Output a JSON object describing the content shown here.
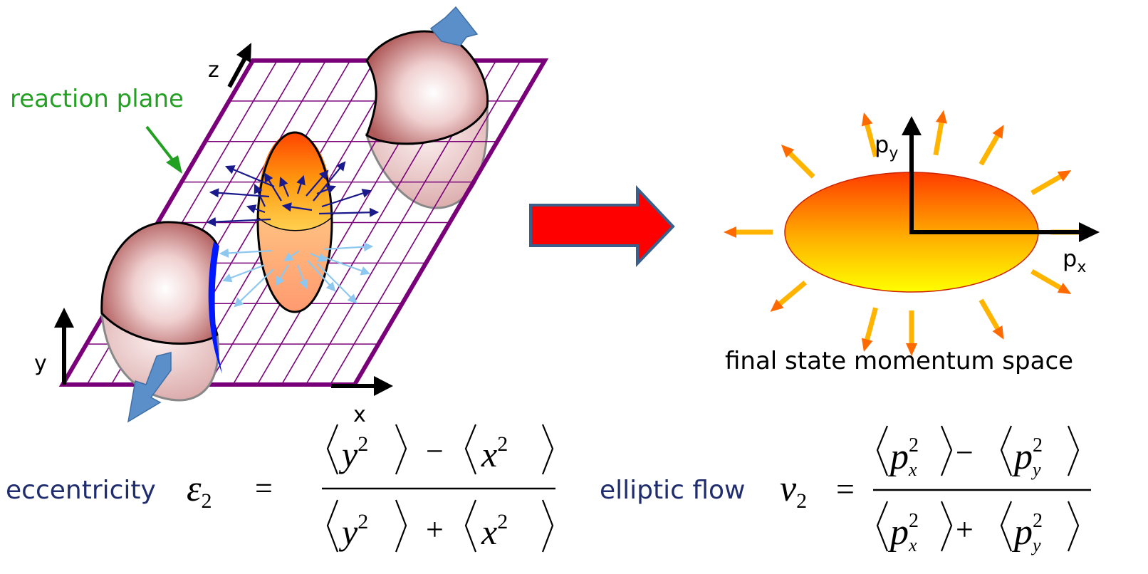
{
  "labels": {
    "reaction_plane": "reaction plane",
    "axis_z": "z",
    "axis_y": "y",
    "axis_x": "x",
    "momentum_px": "p",
    "momentum_px_sub": "x",
    "momentum_py": "p",
    "momentum_py_sub": "y",
    "final_state": "final state momentum space",
    "eccentricity": "eccentricity",
    "elliptic_flow": "elliptic flow"
  },
  "formulas": {
    "epsilon": {
      "symbol": "ε",
      "subscript": "2",
      "equals": "=",
      "num_left": "y",
      "num_right": "x",
      "den_left": "y",
      "den_right": "x",
      "exponent": "2",
      "minus": "−",
      "plus": "+"
    },
    "v2": {
      "symbol": "v",
      "subscript": "2",
      "equals": "=",
      "var": "p",
      "sub_x": "x",
      "sub_y": "y",
      "exponent": "2",
      "minus": "−",
      "plus": "+"
    }
  },
  "colors": {
    "reaction_plane_label": "#22a022",
    "grid": "#7a007a",
    "formula_text": "#1f2d6e",
    "big_arrow": "#ff0000",
    "big_arrow_border": "#3a5f8a",
    "nucleus_light": "#ffffff",
    "nucleus_dark": "#b05a5a",
    "overlap_top": "#ff5500",
    "overlap_bottom": "#ffcc33",
    "ellipse_top": "#ff4400",
    "ellipse_bottom": "#ffee00",
    "dark_blue_arrow": "#1a1a8c",
    "light_blue_arrow": "#8ec8f0",
    "spectator_arrow": "#5b8fc9"
  }
}
